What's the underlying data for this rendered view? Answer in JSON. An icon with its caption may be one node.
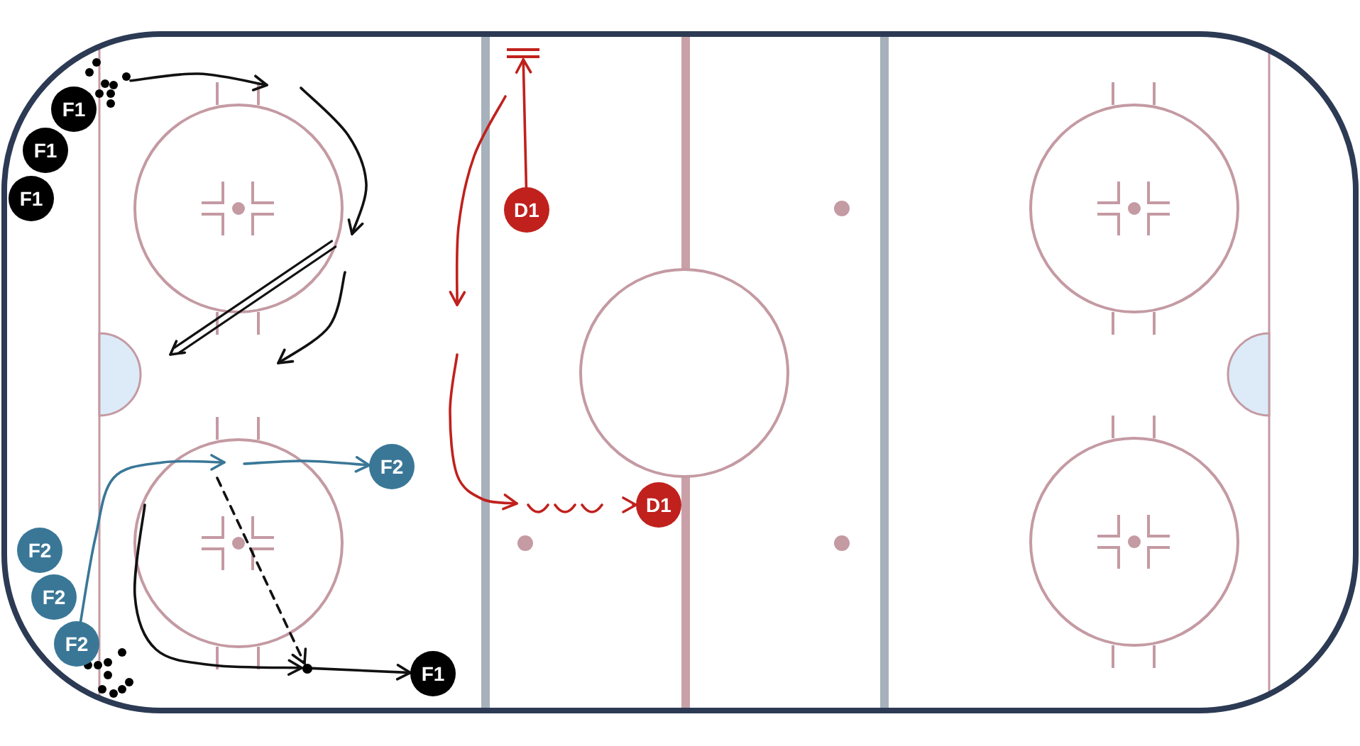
{
  "diagram": {
    "nodes": [
      {
        "text": [],
        "shape": "picture"
      },
      {
        "text": [
          "F1"
        ]
      },
      {
        "text": [
          "F1"
        ]
      },
      {
        "text": [
          "F1"
        ]
      },
      {
        "text": [],
        "shape": "bar"
      },
      {
        "text": [
          "D1"
        ]
      },
      {
        "text": [
          "F2"
        ]
      },
      {
        "text": [
          "D1"
        ]
      },
      {
        "text": [
          "F2"
        ]
      },
      {
        "text": [
          "F2"
        ]
      },
      {
        "text": [
          "F2"
        ]
      },
      {
        "text": [],
        "shape": "circle"
      },
      {
        "text": [
          "F1"
        ]
      }
    ],
    "edges": [
      {
        "from": 0,
        "to": null,
        "arrow": "to"
      },
      {
        "from": 5,
        "to": 4,
        "arrow": "to",
        "color": "#c0211d"
      },
      {
        "from": null,
        "to": 7,
        "arrow": "to",
        "color": "#c0211d"
      },
      {
        "from": 10,
        "to": null,
        "arrow": "to",
        "color": "#3a7797"
      },
      {
        "from": null,
        "to": 6,
        "arrow": "to",
        "color": "#3a7797"
      },
      {
        "from": null,
        "to": 11,
        "arrow": "to"
      },
      {
        "from": null,
        "to": 11,
        "arrow": "to",
        "style": "dashed"
      },
      {
        "from": 11,
        "to": 12,
        "arrow": "to"
      }
    ]
  }
}
